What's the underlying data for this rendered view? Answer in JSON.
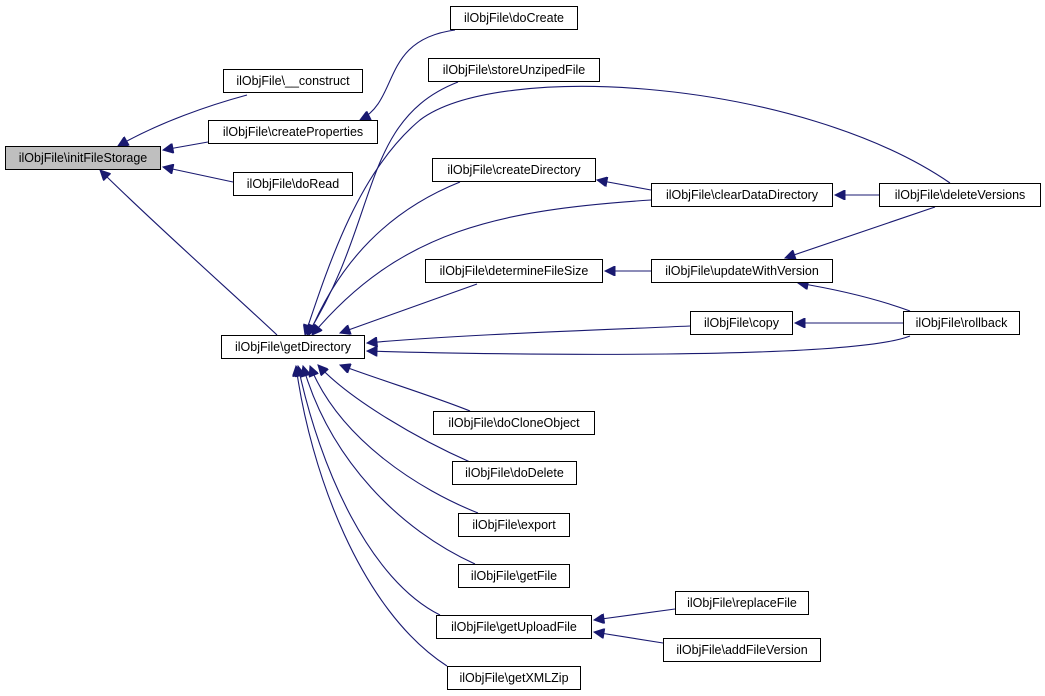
{
  "colors": {
    "edge": "#191970",
    "border": "#000000",
    "root_fill": "#bfbfbf",
    "node_fill": "#ffffff"
  },
  "nodes": {
    "initFileStorage": "ilObjFile\\initFileStorage",
    "construct": "ilObjFile\\__construct",
    "createProperties": "ilObjFile\\createProperties",
    "doRead": "ilObjFile\\doRead",
    "getDirectory": "ilObjFile\\getDirectory",
    "doCreate": "ilObjFile\\doCreate",
    "storeUnzipedFile": "ilObjFile\\storeUnzipedFile",
    "createDirectory": "ilObjFile\\createDirectory",
    "determineFileSize": "ilObjFile\\determineFileSize",
    "doCloneObject": "ilObjFile\\doCloneObject",
    "doDelete": "ilObjFile\\doDelete",
    "export": "ilObjFile\\export",
    "getFile": "ilObjFile\\getFile",
    "getUploadFile": "ilObjFile\\getUploadFile",
    "getXMLZip": "ilObjFile\\getXMLZip",
    "clearDataDirectory": "ilObjFile\\clearDataDirectory",
    "updateWithVersion": "ilObjFile\\updateWithVersion",
    "copy": "ilObjFile\\copy",
    "replaceFile": "ilObjFile\\replaceFile",
    "addFileVersion": "ilObjFile\\addFileVersion",
    "deleteVersions": "ilObjFile\\deleteVersions",
    "rollback": "ilObjFile\\rollback"
  },
  "edges": [
    {
      "from": "construct",
      "to": "initFileStorage"
    },
    {
      "from": "createProperties",
      "to": "initFileStorage"
    },
    {
      "from": "doRead",
      "to": "initFileStorage"
    },
    {
      "from": "getDirectory",
      "to": "initFileStorage"
    },
    {
      "from": "doCreate",
      "to": "createProperties"
    },
    {
      "from": "storeUnzipedFile",
      "to": "getDirectory"
    },
    {
      "from": "deleteVersions",
      "to": "getDirectory"
    },
    {
      "from": "createDirectory",
      "to": "getDirectory"
    },
    {
      "from": "clearDataDirectory",
      "to": "getDirectory"
    },
    {
      "from": "determineFileSize",
      "to": "getDirectory"
    },
    {
      "from": "copy",
      "to": "getDirectory"
    },
    {
      "from": "rollback",
      "to": "getDirectory"
    },
    {
      "from": "doCloneObject",
      "to": "getDirectory"
    },
    {
      "from": "doDelete",
      "to": "getDirectory"
    },
    {
      "from": "export",
      "to": "getDirectory"
    },
    {
      "from": "getFile",
      "to": "getDirectory"
    },
    {
      "from": "getUploadFile",
      "to": "getDirectory"
    },
    {
      "from": "getXMLZip",
      "to": "getDirectory"
    },
    {
      "from": "clearDataDirectory",
      "to": "createDirectory"
    },
    {
      "from": "deleteVersions",
      "to": "clearDataDirectory"
    },
    {
      "from": "updateWithVersion",
      "to": "determineFileSize"
    },
    {
      "from": "deleteVersions",
      "to": "updateWithVersion"
    },
    {
      "from": "rollback",
      "to": "updateWithVersion"
    },
    {
      "from": "rollback",
      "to": "copy"
    },
    {
      "from": "replaceFile",
      "to": "getUploadFile"
    },
    {
      "from": "addFileVersion",
      "to": "getUploadFile"
    }
  ]
}
